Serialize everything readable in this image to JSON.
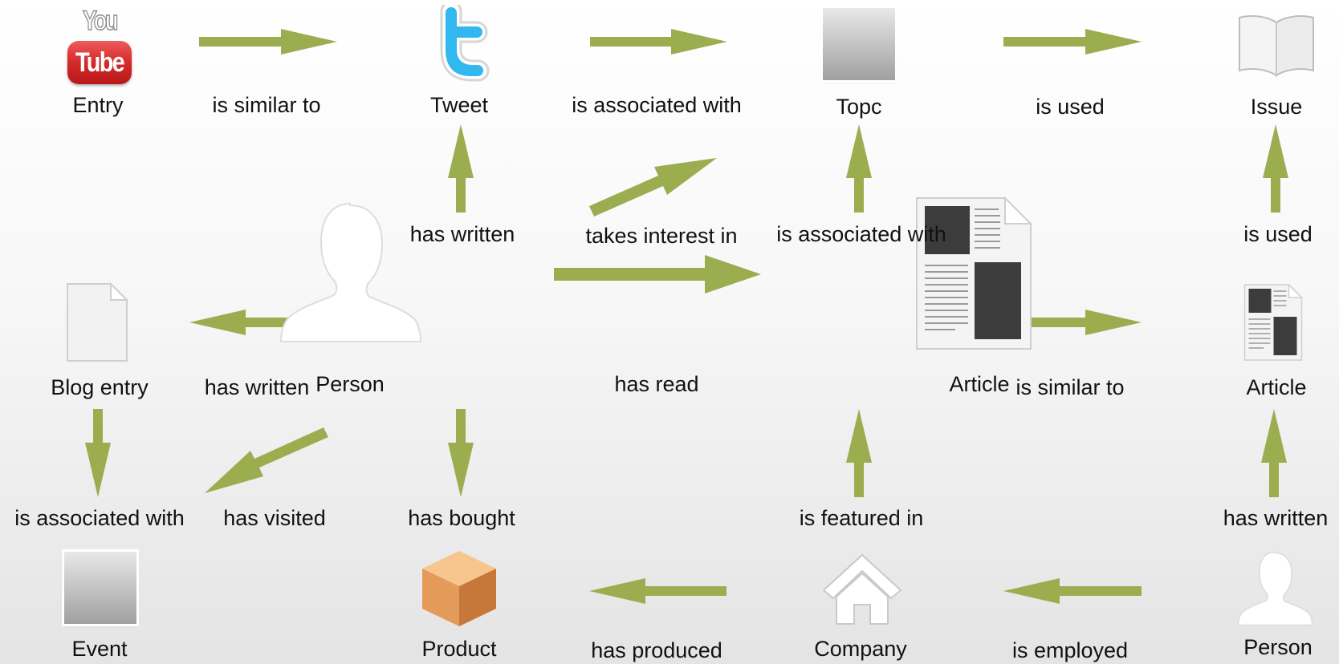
{
  "nodes": {
    "youtube_entry": {
      "label": "Entry",
      "logo_top": "You",
      "logo_bottom": "Tube"
    },
    "tweet": {
      "label": "Tweet"
    },
    "topic": {
      "label": "Topc"
    },
    "issue": {
      "label": "Issue"
    },
    "blog_entry": {
      "label": "Blog entry"
    },
    "person_center": {
      "label": "Person"
    },
    "article_center": {
      "label": "Article"
    },
    "article_right": {
      "label": "Article"
    },
    "event": {
      "label": "Event"
    },
    "product": {
      "label": "Product"
    },
    "company": {
      "label": "Company"
    },
    "person_bottom": {
      "label": "Person"
    }
  },
  "edges": {
    "entry_similar_tweet": "is similar to",
    "tweet_assoc_topic": "is associated with",
    "topic_used_issue": "is used",
    "person_written_tweet": "has written",
    "person_interest_topic": "takes interest in",
    "article_assoc_topic": "is associated with",
    "article_used_issue": "is used",
    "person_written_blog": "has written",
    "person_read_article": "has read",
    "article_similar_article": "is similar to",
    "blog_assoc_event": "is associated with",
    "person_visited_event": "has visited",
    "person_bought_product": "has bought",
    "company_featured_article": "is featured in",
    "person_written_article": "has written",
    "company_produced_product": "has produced",
    "person_employed_company": "is employed"
  },
  "colors": {
    "arrow": "#9bad4f",
    "youtube_red": "#d52b2b",
    "twitter_blue": "#31b8ef",
    "box_orange": "#e49a58",
    "grey_box": "#c7c7c7",
    "dark_block": "#3c3c3c"
  },
  "icons": {
    "youtube_entry": "youtube-logo",
    "tweet": "twitter-bird",
    "topic": "grey-square",
    "issue": "open-book",
    "blog_entry": "blank-document",
    "person_center": "person-silhouette",
    "article_center": "article-document",
    "article_right": "article-document",
    "event": "grey-square",
    "product": "cardboard-box",
    "company": "house",
    "person_bottom": "person-silhouette"
  }
}
